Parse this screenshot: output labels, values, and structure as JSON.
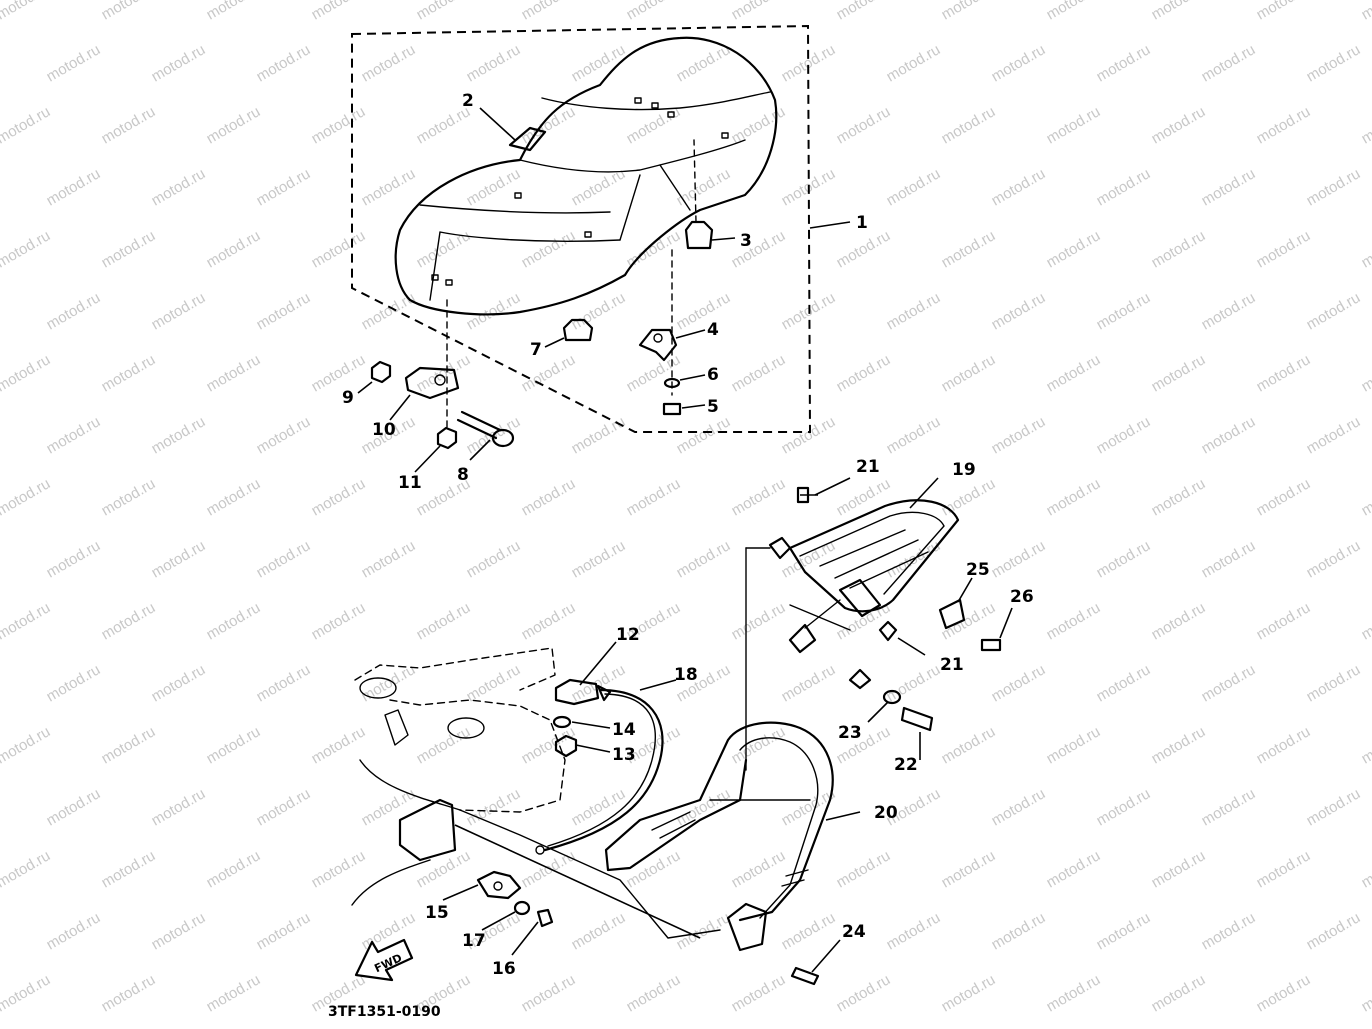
{
  "diagram": {
    "watermark": "motod.ru",
    "drawing_code": "3TF1351-0190",
    "fwd_label": "FWD",
    "callouts": [
      "1",
      "2",
      "3",
      "4",
      "5",
      "6",
      "7",
      "8",
      "9",
      "10",
      "11",
      "12",
      "13",
      "14",
      "15",
      "16",
      "17",
      "18",
      "19",
      "20",
      "21",
      "21",
      "22",
      "23",
      "24",
      "25",
      "26"
    ]
  }
}
